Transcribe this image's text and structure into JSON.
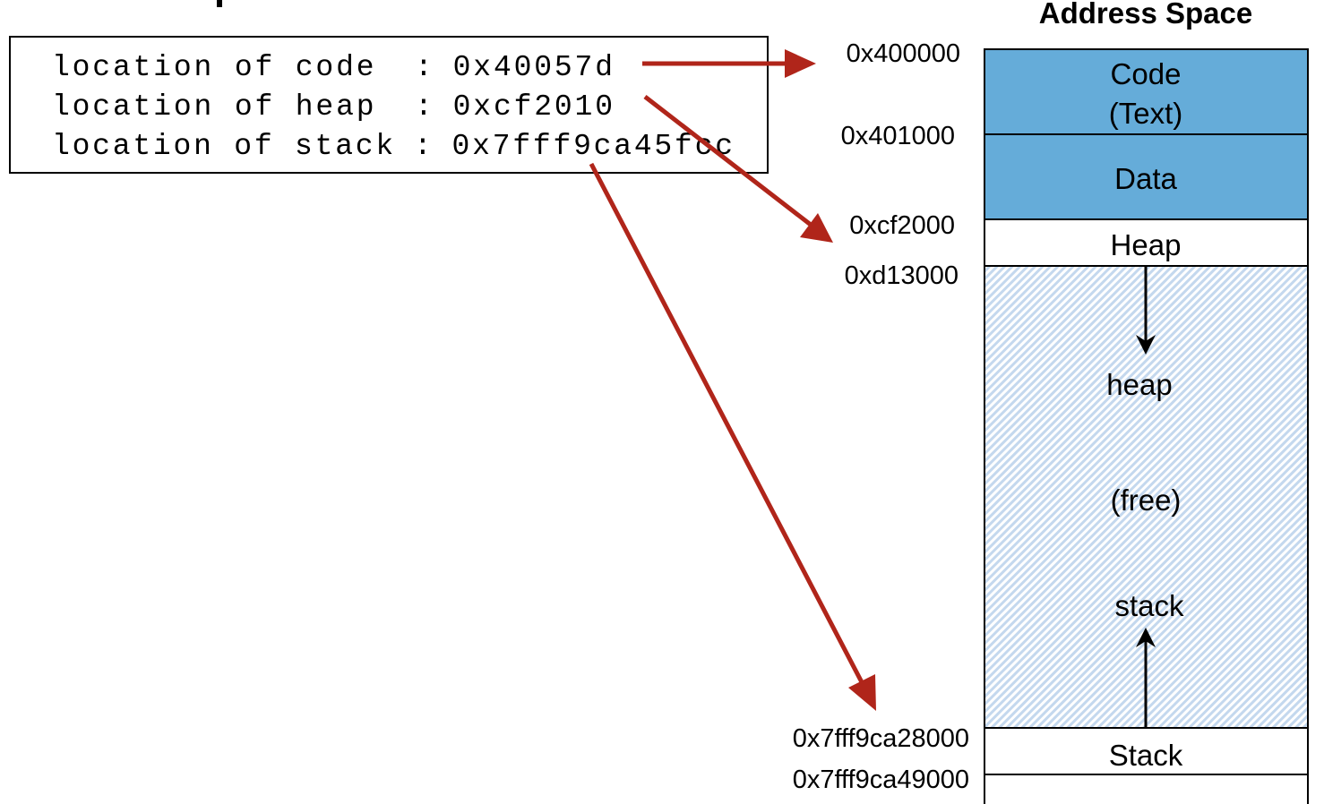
{
  "title": "Address Space",
  "output_lines": [
    {
      "label": "location of code ",
      "value": "0x40057d"
    },
    {
      "label": "location of heap ",
      "value": "0xcf2010"
    },
    {
      "label": "location of stack",
      "value": "0x7fff9ca45fcc"
    }
  ],
  "separator": ":",
  "addresses": {
    "code_start": "0x400000",
    "data_start": "0x401000",
    "heap_start": "0xcf2000",
    "heap_end": "0xd13000",
    "stack_start": "0x7fff9ca28000",
    "stack_end": "0x7fff9ca49000"
  },
  "segments": {
    "code_line1": "Code",
    "code_line2": "(Text)",
    "data": "Data",
    "heap": "Heap",
    "heap_grow": "heap",
    "free": "(free)",
    "stack_grow": "stack",
    "stack": "Stack"
  },
  "colors": {
    "segment_fill": "#65acd9",
    "arrow": "#b0251a",
    "hatch": "#c4d8ee"
  }
}
